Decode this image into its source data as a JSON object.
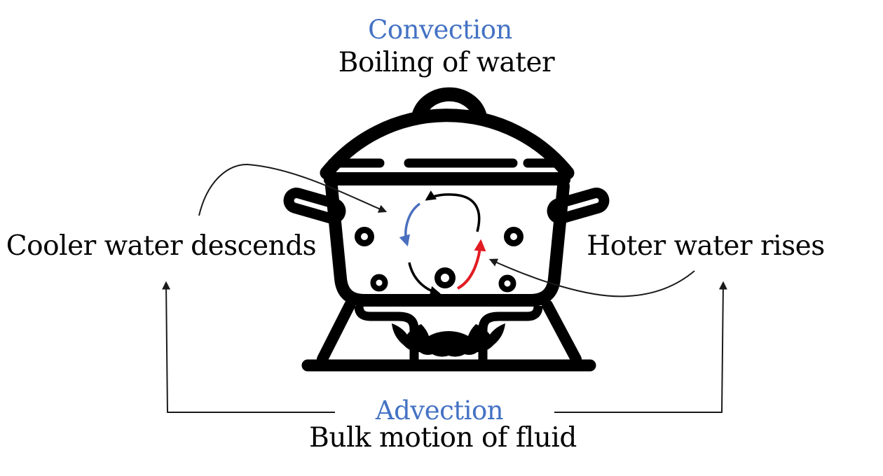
{
  "diagram": {
    "heading": {
      "term": "Convection",
      "example": "Boiling of water"
    },
    "left_label": "Cooler water descends",
    "right_label": "Hoter water rises",
    "footer": {
      "term": "Advection",
      "description": "Bulk motion of fluid"
    }
  },
  "colors": {
    "ink": "#000000",
    "accent_blue": "#4472C4",
    "arrow_blue": "#4A6FBE",
    "arrow_red": "#E31B23",
    "thin_line": "#1A1A1A"
  },
  "icons": {
    "pot": "boiling-pot-icon",
    "flame": "flame-icon",
    "loop": "circulation-arrows-icon"
  }
}
